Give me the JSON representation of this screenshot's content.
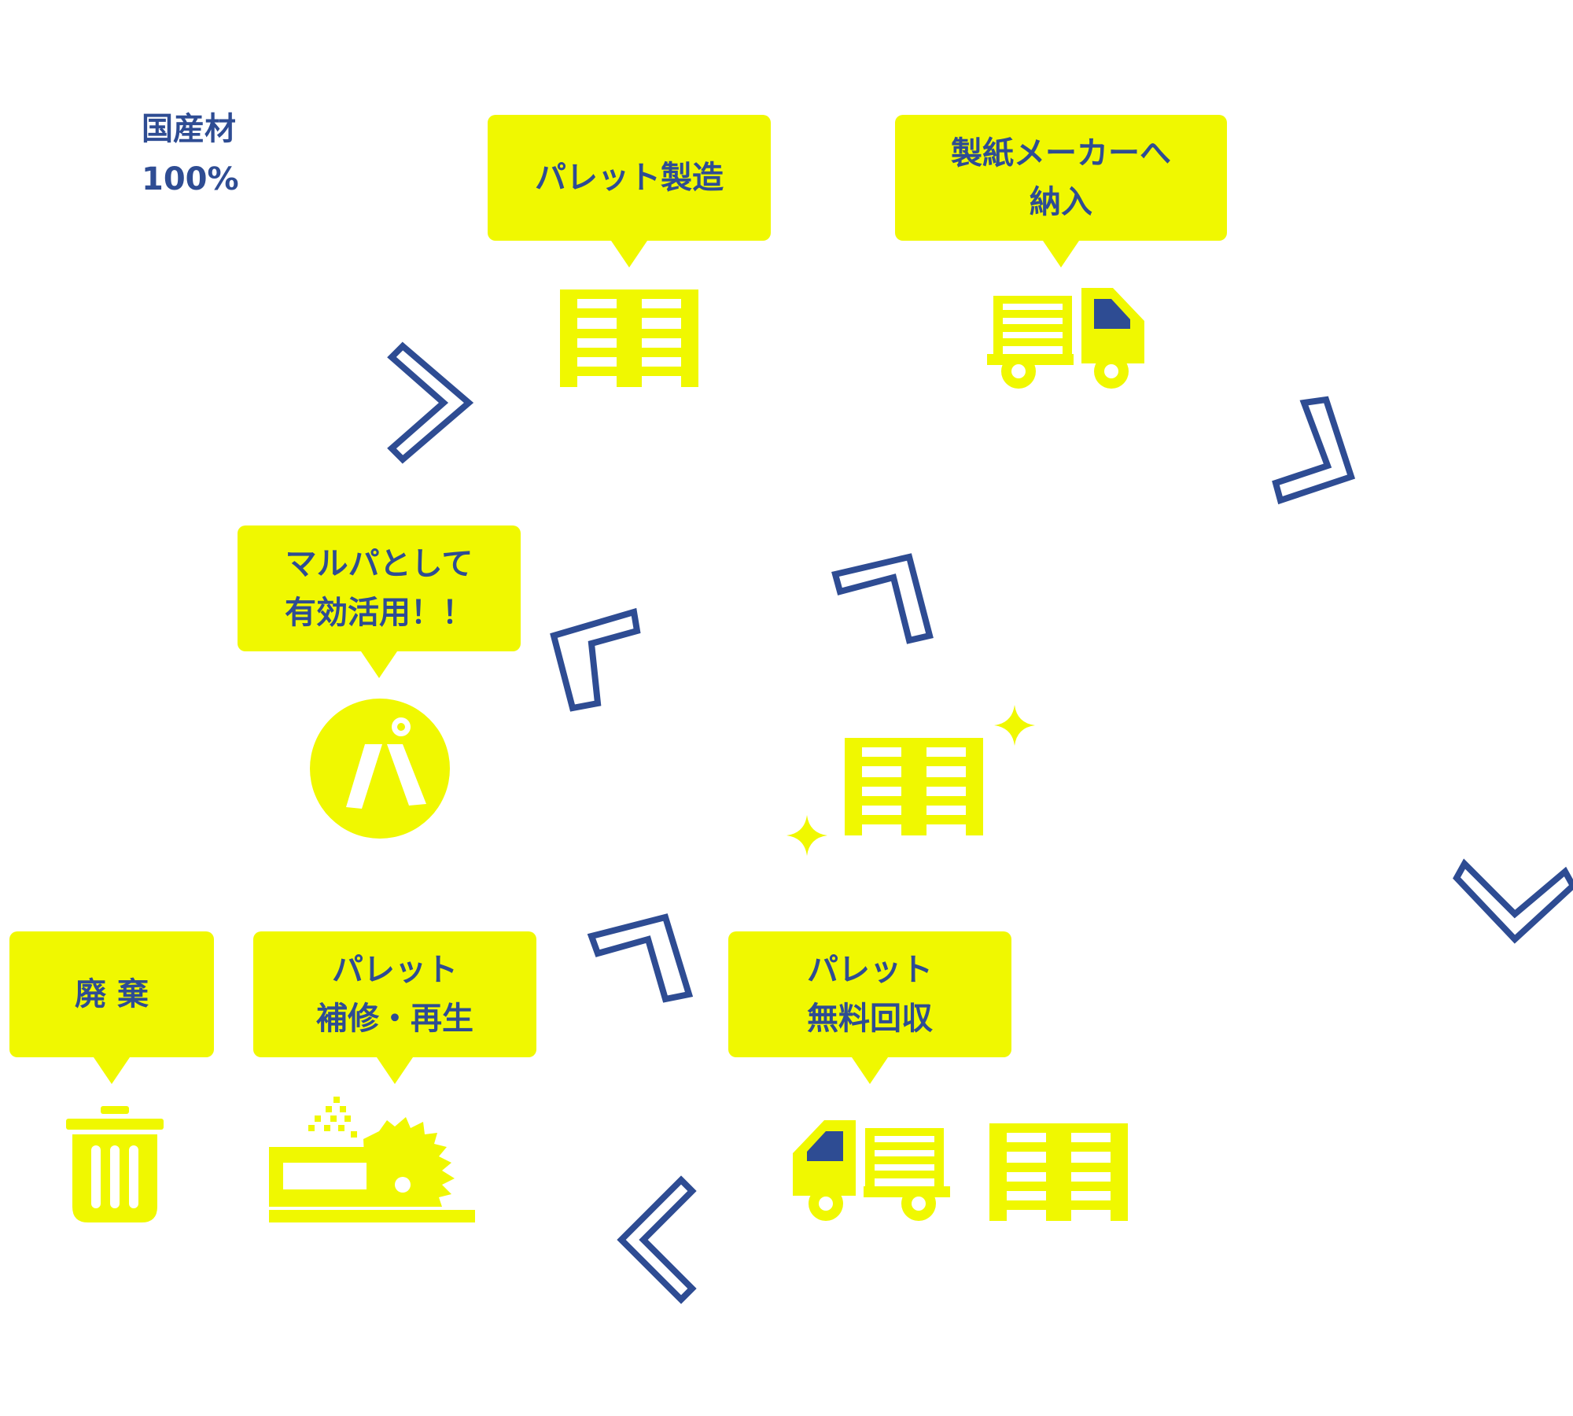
{
  "colors": {
    "accent": "#f0f800",
    "brand": "#2e4c93",
    "background": "#ffffff"
  },
  "origin": {
    "line1": "国産材",
    "line2": "100%"
  },
  "steps": {
    "manufacture": {
      "label": "パレット製造",
      "icon": "pallet-icon"
    },
    "delivery": {
      "line1": "製紙メーカーへ",
      "line2": "納入",
      "icon": "delivery-truck-icon"
    },
    "collection": {
      "line1": "パレット",
      "line2": "無料回収",
      "icon": "collection-truck-icon"
    },
    "repair": {
      "line1": "パレット",
      "line2": "補修・再生",
      "icon": "saw-machine-icon"
    },
    "disposal": {
      "label": "廃 棄",
      "icon": "trash-can-icon"
    },
    "reuse": {
      "line1": "マルパとして",
      "line2": "有効活用！！",
      "icon": "marupa-logo-icon"
    }
  },
  "logo": {
    "text": "パ"
  }
}
